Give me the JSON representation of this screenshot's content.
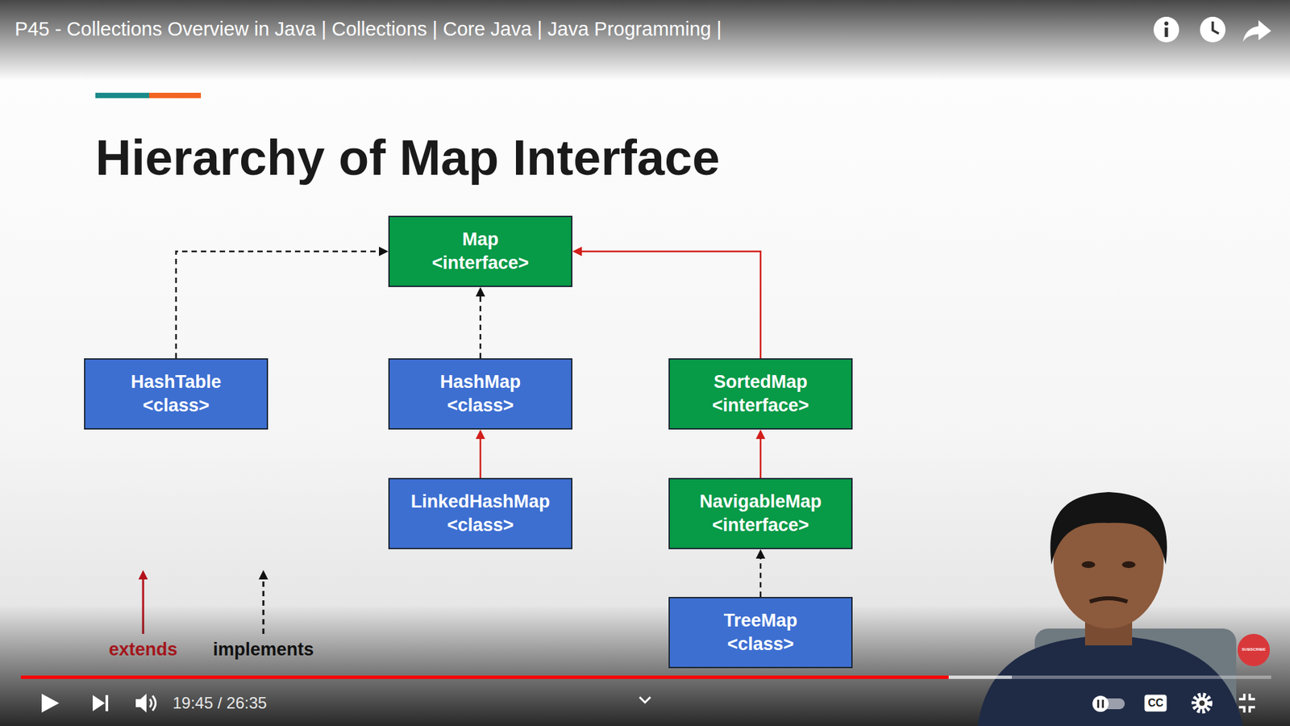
{
  "diagram": {
    "title": "Hierarchy of Map Interface",
    "nodes": [
      {
        "text": [
          "Map",
          "<interface>"
        ]
      },
      {
        "text": [
          "HashTable",
          "<class>"
        ]
      },
      {
        "text": [
          "HashMap",
          "<class>"
        ]
      },
      {
        "text": [
          "SortedMap",
          "<interface>"
        ]
      },
      {
        "text": [
          "LinkedHashMap",
          "<class>"
        ]
      },
      {
        "text": [
          "NavigableMap",
          "<interface>"
        ]
      },
      {
        "text": [
          "TreeMap",
          "<class>"
        ]
      }
    ],
    "edges": [
      {
        "from": 1,
        "to": 0,
        "arrow": "to"
      },
      {
        "from": 2,
        "to": 0,
        "arrow": "to"
      },
      {
        "from": 3,
        "to": 0,
        "arrow": "to"
      },
      {
        "from": 4,
        "to": 2,
        "arrow": "to"
      },
      {
        "from": 5,
        "to": 3,
        "arrow": "to"
      },
      {
        "from": 6,
        "to": 5,
        "arrow": "to"
      }
    ],
    "labels": [
      "P45 - Collections Overview in Java | Collections | Core Java | Java Programming |",
      "19:45 / 26:35",
      "CC",
      "SUBSCRIBE"
    ],
    "legend": [
      {
        "text": "extends"
      },
      {
        "text": "implements"
      }
    ]
  }
}
